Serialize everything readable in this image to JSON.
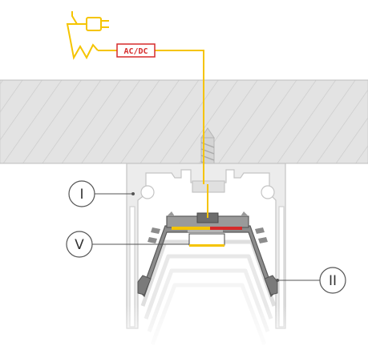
{
  "power": {
    "converter_label": "AC/DC",
    "wire_color": "#f5c400",
    "converter_color": "#d62a2a"
  },
  "ceiling": {
    "fill": "#e3e3e3",
    "hatch": "#c6c6c6"
  },
  "callouts": [
    {
      "id": "I",
      "text": "I"
    },
    {
      "id": "V",
      "text": "V"
    },
    {
      "id": "II",
      "text": "II"
    }
  ],
  "colors": {
    "profile_fill": "#ececec",
    "profile_stroke": "#c4c4c4",
    "diffuser_dark": "#7a7a7a",
    "led_red": "#d62a2a",
    "led_yellow": "#f5c400",
    "callout_stroke": "#555555"
  }
}
